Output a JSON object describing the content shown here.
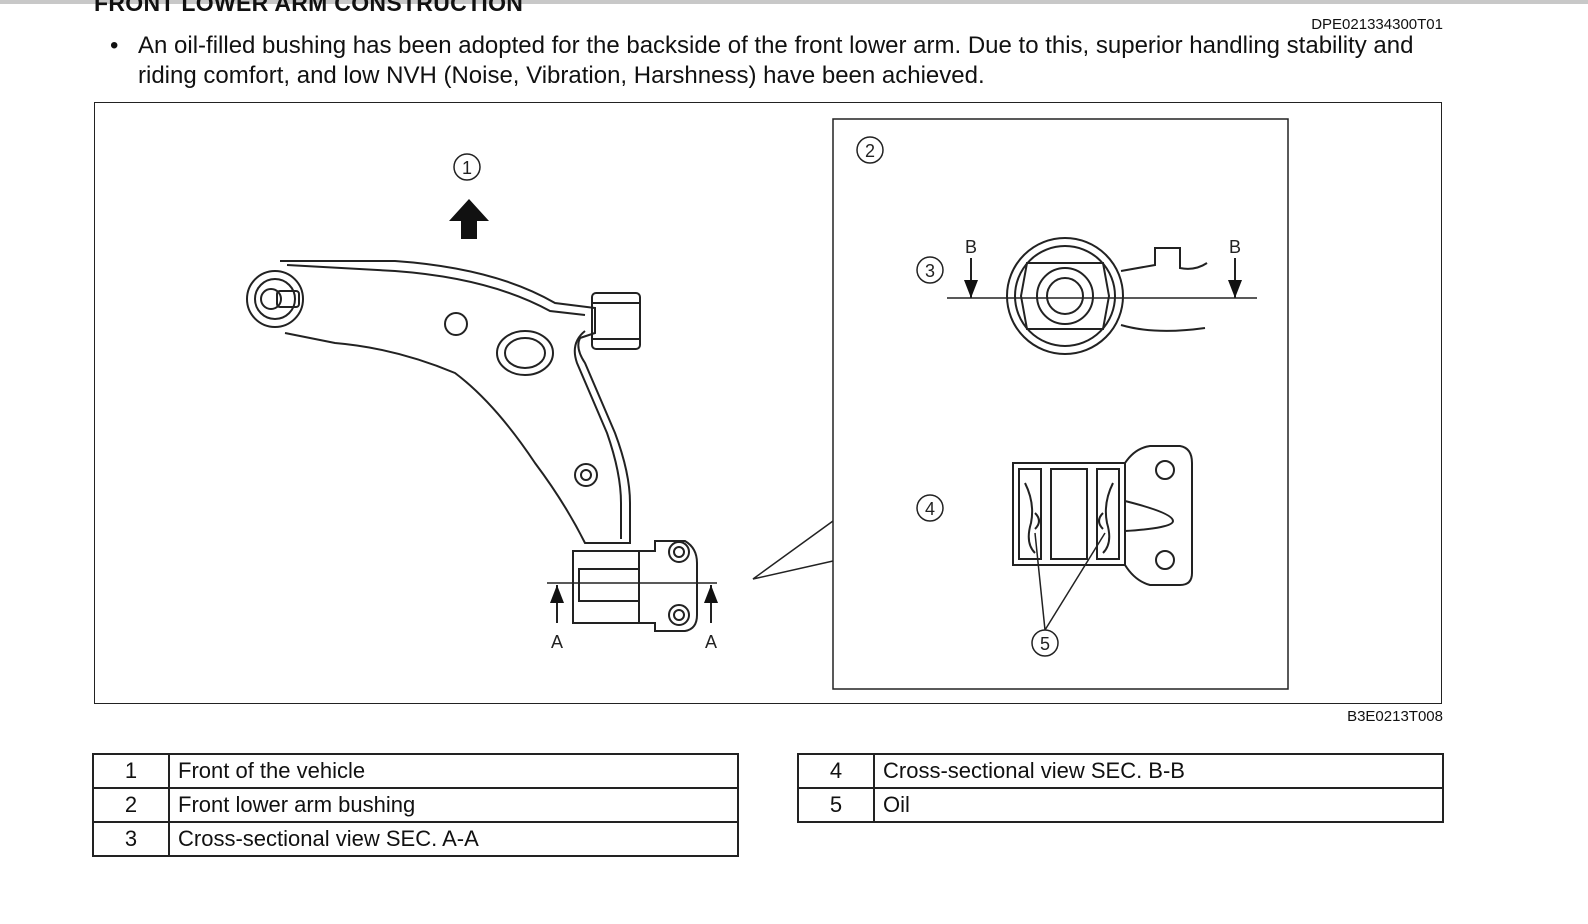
{
  "header": {
    "title": "FRONT LOWER ARM CONSTRUCTION",
    "doc_code": "DPE021334300T01"
  },
  "bullet": {
    "symbol": "•",
    "text": "An oil-filled bushing has been adopted for the backside of the front lower arm. Due to this, superior handling stability and riding comfort, and low NVH (Noise, Vibration, Harshness) have been achieved."
  },
  "figure": {
    "code": "B3E0213T008",
    "callouts": {
      "c1": "1",
      "c2": "2",
      "c3": "3",
      "c4": "4",
      "c5": "5"
    },
    "section_a": "A",
    "section_b": "B"
  },
  "legend": {
    "left": [
      {
        "num": "1",
        "label": "Front of the vehicle"
      },
      {
        "num": "2",
        "label": "Front lower arm bushing"
      },
      {
        "num": "3",
        "label": "Cross-sectional view SEC. A-A"
      }
    ],
    "right": [
      {
        "num": "4",
        "label": "Cross-sectional view SEC. B-B"
      },
      {
        "num": "5",
        "label": "Oil"
      }
    ]
  }
}
